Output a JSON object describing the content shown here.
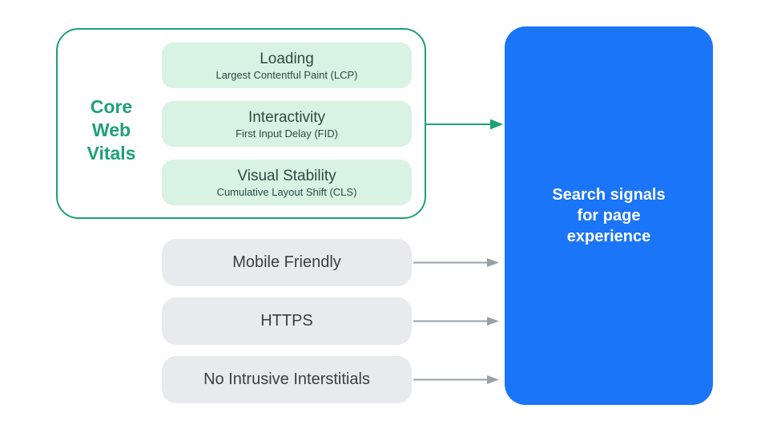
{
  "core_web_vitals": {
    "label": "Core Web Vitals",
    "vitals": [
      {
        "title": "Loading",
        "subtitle": "Largest Contentful Paint (LCP)"
      },
      {
        "title": "Interactivity",
        "subtitle": "First Input Delay (FID)"
      },
      {
        "title": "Visual Stability",
        "subtitle": "Cumulative Layout Shift (CLS)"
      }
    ]
  },
  "other_signals": [
    "Mobile Friendly",
    "HTTPS",
    "No Intrusive Interstitials"
  ],
  "result_box": {
    "label": "Search signals for page experience"
  },
  "colors": {
    "green": "#1FA077",
    "green_fill": "#D8F3E4",
    "green_text_dark": "#2D4B41",
    "gray_fill": "#E8EAED",
    "gray_text": "#3C4043",
    "arrow_gray": "#9AA0A6",
    "blue": "#1B75F8",
    "white": "#FFFFFF"
  }
}
